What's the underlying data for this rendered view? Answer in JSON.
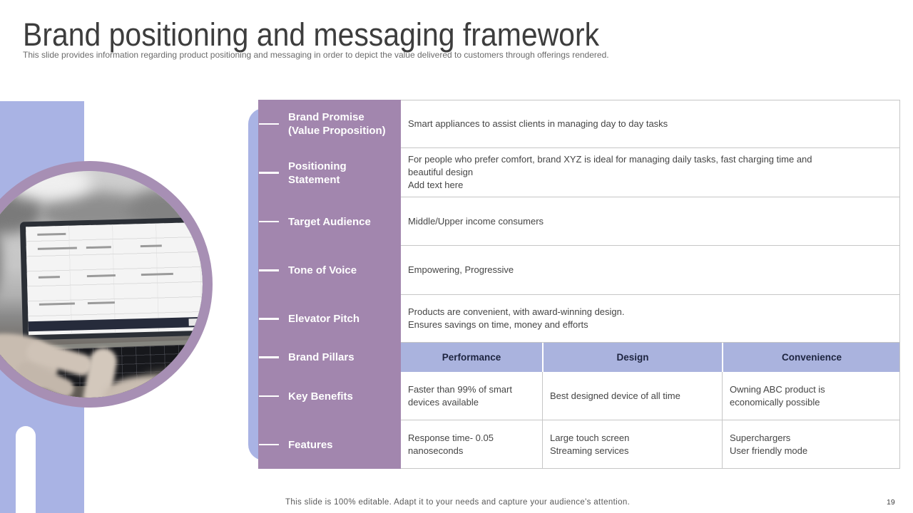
{
  "slide": {
    "title": "Brand positioning and messaging framework",
    "subtitle": "This slide provides information regarding product positioning and messaging in order to depict the value delivered to customers through offerings rendered.",
    "footer_note": "This slide is 100% editable. Adapt it to your needs and capture your audience's attention.",
    "page_number": "19"
  },
  "colors": {
    "panel_purple": "#a286ae",
    "accent_periwinkle": "#a9b3e4",
    "table_header_bg": "#aab3de",
    "table_header_text": "#1e2540",
    "body_text": "#454545",
    "border_gray": "#c6c6c6",
    "circle_ring_purple": "#a78fb4"
  },
  "framework": {
    "rows": [
      {
        "label": "Brand Promise\n(Value Proposition)",
        "content": "Smart appliances to assist clients in managing day to day tasks"
      },
      {
        "label": "Positioning\nStatement",
        "content": "For people who prefer comfort, brand XYZ is ideal for managing daily tasks, fast charging time and\nbeautiful design\nAdd text here"
      },
      {
        "label": "Target Audience",
        "content": "Middle/Upper income consumers"
      },
      {
        "label": "Tone of Voice",
        "content": "Empowering, Progressive"
      },
      {
        "label": "Elevator Pitch",
        "content": "Products are convenient, with award-winning design.\nEnsures savings on time, money and efforts"
      }
    ],
    "pillars": {
      "row_labels": [
        "Brand Pillars",
        "Key Benefits",
        "Features"
      ],
      "columns": [
        "Performance",
        "Design",
        "Convenience"
      ],
      "cells": [
        [
          "Faster than 99% of smart devices available",
          "Best designed device of all time",
          "Owning ABC product is\neconomically possible"
        ],
        [
          "Response time- 0.05 nanoseconds",
          "Large touch screen\nStreaming services",
          "Superchargers\nUser friendly mode"
        ]
      ]
    }
  }
}
